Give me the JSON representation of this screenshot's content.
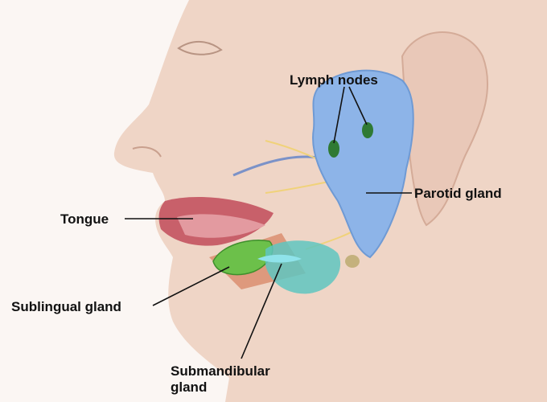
{
  "labels": {
    "lymph_nodes": "Lymph nodes",
    "parotid_gland": "Parotid gland",
    "tongue": "Tongue",
    "sublingual_gland": "Sublingual gland",
    "submandibular_line1": "Submandibular",
    "submandibular_line2": "gland"
  },
  "colors": {
    "skin": "#efd5c6",
    "parotid": "#8db4e8",
    "lymph": "#2f7a34",
    "sublingual": "#6cc04a",
    "submandibular": "#5fc6c0",
    "lips": "#c8606a"
  }
}
